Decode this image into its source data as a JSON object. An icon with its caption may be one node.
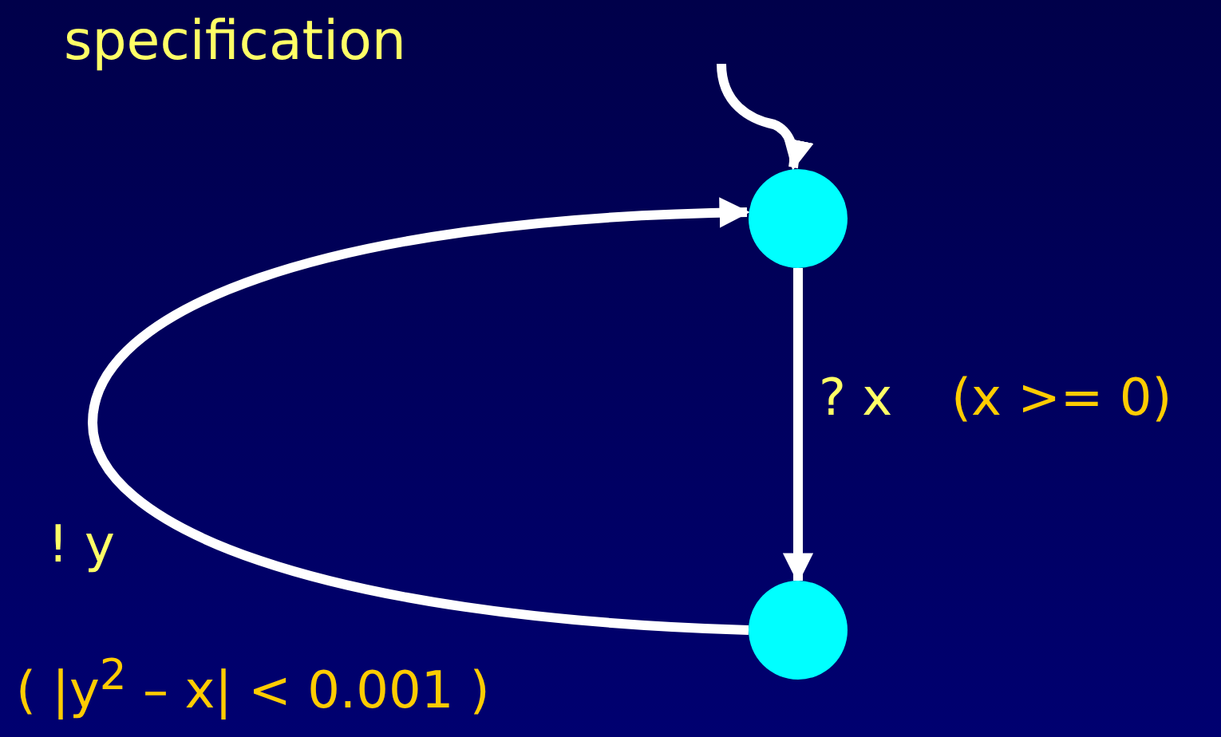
{
  "diagram": {
    "title": "specification",
    "nodes": [
      {
        "text": [],
        "shape": "circle"
      },
      {
        "text": [],
        "shape": "circle"
      }
    ],
    "edges": [
      {
        "from": null,
        "to": 0,
        "arrow": "to"
      },
      {
        "from": 0,
        "to": 1,
        "arrow": "to",
        "label": "? x"
      },
      {
        "from": 1,
        "to": 0,
        "arrow": "to",
        "label": "! y"
      }
    ],
    "labels": [
      "(x >= 0)",
      "( |y$^{2}$ – x| < 0.001 )"
    ]
  }
}
